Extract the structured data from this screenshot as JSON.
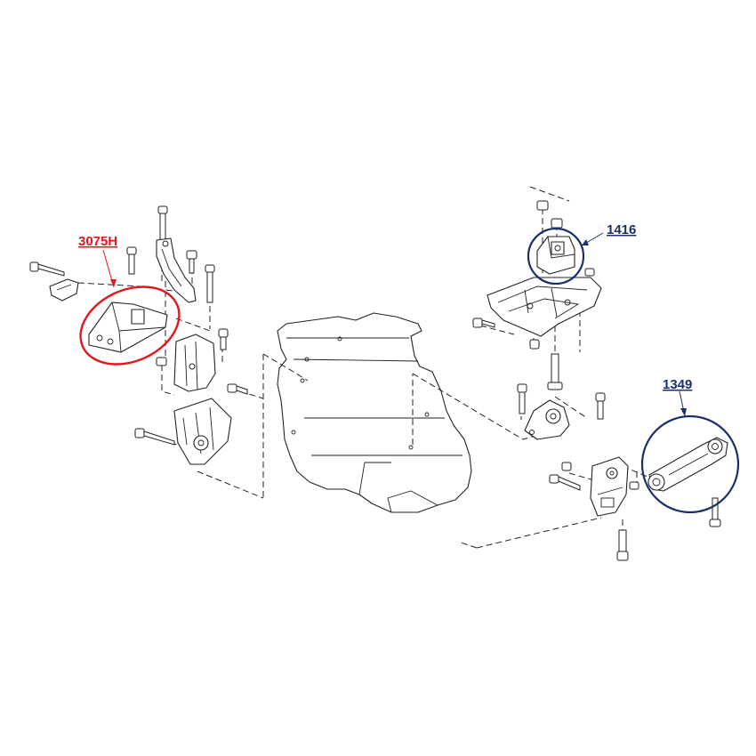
{
  "callouts": [
    {
      "label": "3075H",
      "color": "#e3161b"
    },
    {
      "label": "1416",
      "color": "#1b2f6b"
    },
    {
      "label": "1349",
      "color": "#1b2f6b"
    }
  ]
}
